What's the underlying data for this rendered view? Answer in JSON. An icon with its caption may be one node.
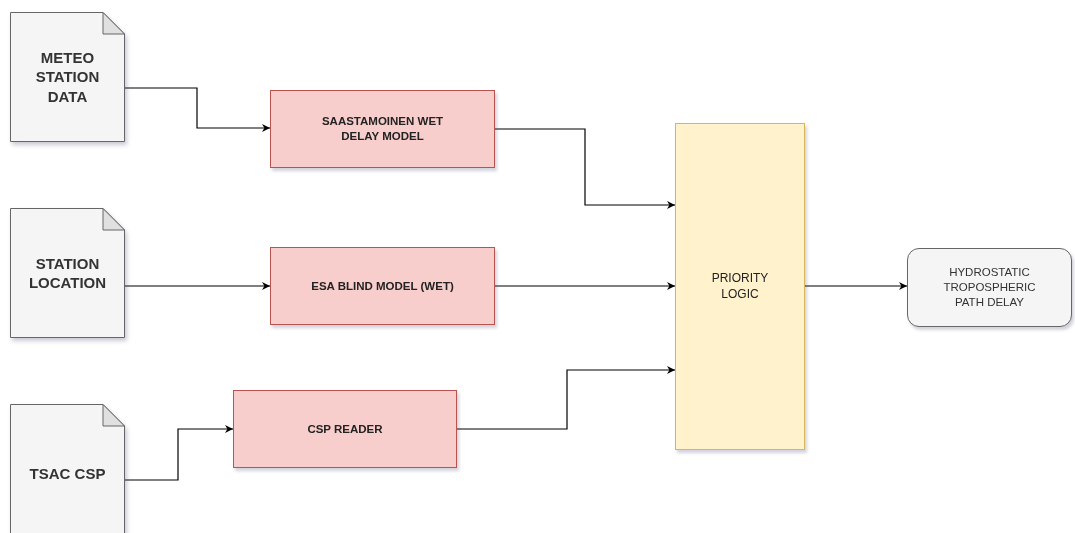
{
  "diagram": {
    "nodes": [
      {
        "text": [
          "METEO STATION DATA"
        ]
      },
      {
        "text": [
          "STATION LOCATION"
        ]
      },
      {
        "text": [
          "TSAC CSP"
        ]
      },
      {
        "text": [
          "SAASTAMOINEN WET DELAY MODEL"
        ]
      },
      {
        "text": [
          "ESA BLIND MODEL (WET)"
        ]
      },
      {
        "text": [
          "CSP READER"
        ]
      },
      {
        "text": [
          "PRIORITY LOGIC"
        ]
      },
      {
        "text": [
          "HYDROSTATIC TROPOSPHERIC PATH DELAY"
        ]
      }
    ],
    "edges": [
      {
        "from": 0,
        "to": 3,
        "arrow": "to"
      },
      {
        "from": 1,
        "to": 4,
        "arrow": "to"
      },
      {
        "from": 2,
        "to": 5,
        "arrow": "to"
      },
      {
        "from": 3,
        "to": 6,
        "arrow": "to"
      },
      {
        "from": 4,
        "to": 6,
        "arrow": "to"
      },
      {
        "from": 5,
        "to": 6,
        "arrow": "to"
      },
      {
        "from": 6,
        "to": 7,
        "arrow": "to"
      }
    ]
  }
}
